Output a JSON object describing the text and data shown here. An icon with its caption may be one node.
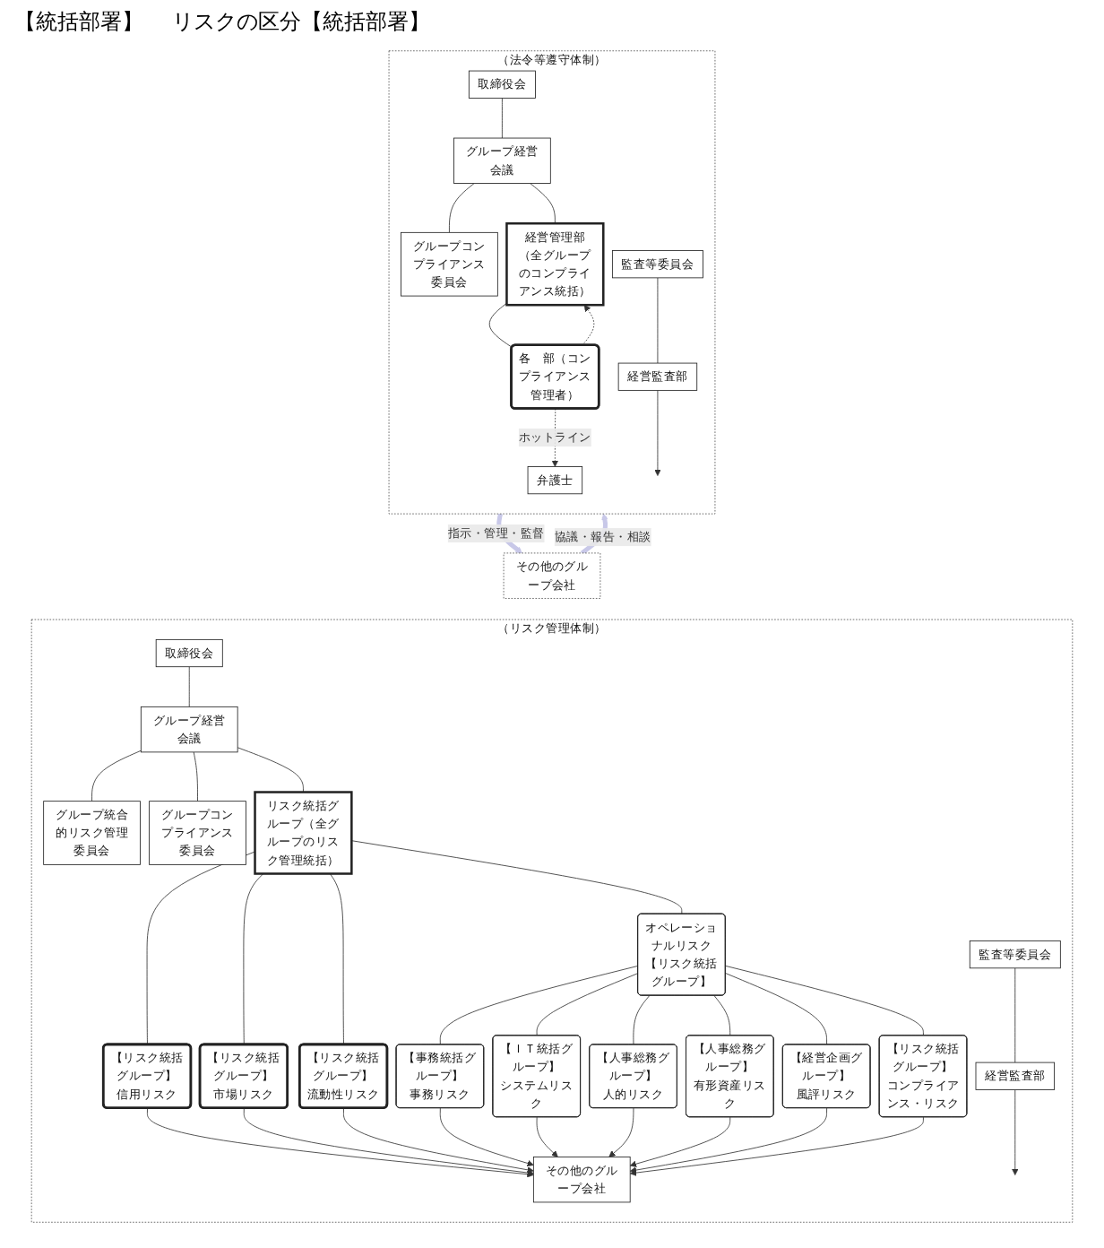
{
  "diagram": {
    "nodes": [
      {
        "text": [
          "（法令等遵守体制）"
        ]
      },
      {
        "text": [
          "取締役会"
        ],
        "in": 0
      },
      {
        "text": [
          "監査等委員会"
        ],
        "in": 0
      },
      {
        "text": [
          "グループ経営会議"
        ],
        "in": 0
      },
      {
        "text": [
          "グループコンプライアンス委員会"
        ],
        "in": 0
      },
      {
        "text": [
          "弁護士"
        ],
        "in": 0
      },
      {
        "text": [
          "経営管理部（全グループのコンプライアンス統括）"
        ],
        "in": 0
      },
      {
        "text": [
          "各　部（コンプライアンス管理者）"
        ],
        "in": 0
      },
      {
        "text": [
          "経営監査部"
        ],
        "in": 0
      },
      {
        "text": [
          "その他のグループ会社"
        ]
      },
      {
        "text": [
          "（リスク管理体制）"
        ]
      },
      {
        "text": [
          "取締役会"
        ],
        "in": 10
      },
      {
        "text": [
          "監査等委員会"
        ],
        "in": 10
      },
      {
        "text": [
          "グループ経営会議"
        ],
        "in": 10
      },
      {
        "text": [
          "グループ統合的リスク管理委員会"
        ],
        "in": 10
      },
      {
        "text": [
          "グループコンプライアンス委員会"
        ],
        "in": 10
      },
      {
        "text": [
          "リスク統括グループ（全グループのリスク管理統括）"
        ],
        "in": 10
      },
      {
        "text": [
          "オペレーショナルリスク",
          "【リスク統括グループ】"
        ],
        "in": 10
      },
      {
        "text": [
          "【リスク統括グループ】",
          "信用リスク"
        ],
        "in": 10
      },
      {
        "text": [
          "【リスク統括グループ】",
          "市場リスク"
        ],
        "in": 10
      },
      {
        "text": [
          "【リスク統括グループ】",
          "流動性リスク"
        ],
        "in": 10
      },
      {
        "text": [
          "【事務統括グループ】",
          "事務リスク"
        ],
        "in": 10
      },
      {
        "text": [
          "【ＩＴ統括グループ】",
          "システムリスク"
        ],
        "in": 10
      },
      {
        "text": [
          "【人事総務グループ】",
          "人的リスク"
        ],
        "in": 10
      },
      {
        "text": [
          "【人事総務グループ】",
          "有形資産リスク"
        ],
        "in": 10
      },
      {
        "text": [
          "【経営企画グループ】",
          "風評リスク"
        ],
        "in": 10
      },
      {
        "text": [
          "【リスク統括グループ】",
          "コンプライアンス・リスク"
        ],
        "in": 10
      },
      {
        "text": [
          "その他のグループ会社"
        ],
        "in": 10
      },
      {
        "text": [
          "経営監査部"
        ],
        "in": 10
      }
    ],
    "edges": [
      {
        "from": 1,
        "to": 3,
        "arrow": "none"
      },
      {
        "from": 3,
        "to": 4,
        "arrow": "none"
      },
      {
        "from": 3,
        "to": 6,
        "arrow": "none"
      },
      {
        "from": 6,
        "to": 7,
        "arrow": "none"
      },
      {
        "from": 7,
        "to": 5,
        "arrow": "to",
        "style": "dashed",
        "label": "ホットライン"
      },
      {
        "from": 7,
        "to": 6,
        "arrow": "to",
        "style": "dashed"
      },
      {
        "from": 2,
        "to": 8,
        "arrow": "none"
      },
      {
        "from": 8,
        "to": null,
        "arrow": "to"
      },
      {
        "from": 0,
        "to": 9,
        "arrow": "to",
        "label": "指示・管理・監督",
        "style": "thick",
        "color": "#c8c8e8"
      },
      {
        "from": 9,
        "to": 0,
        "arrow": "to",
        "label": "協議・報告・相談",
        "style": "thick",
        "color": "#c8c8e8"
      },
      {
        "from": 11,
        "to": 13,
        "arrow": "none"
      },
      {
        "from": 13,
        "to": 14,
        "arrow": "none"
      },
      {
        "from": 13,
        "to": 15,
        "arrow": "none"
      },
      {
        "from": 13,
        "to": 16,
        "arrow": "none"
      },
      {
        "from": 16,
        "to": 18,
        "arrow": "none"
      },
      {
        "from": 16,
        "to": 19,
        "arrow": "none"
      },
      {
        "from": 16,
        "to": 20,
        "arrow": "none"
      },
      {
        "from": 16,
        "to": 17,
        "arrow": "none"
      },
      {
        "from": 17,
        "to": 21,
        "arrow": "none"
      },
      {
        "from": 17,
        "to": 22,
        "arrow": "none"
      },
      {
        "from": 17,
        "to": 23,
        "arrow": "none"
      },
      {
        "from": 17,
        "to": 24,
        "arrow": "none"
      },
      {
        "from": 17,
        "to": 25,
        "arrow": "none"
      },
      {
        "from": 17,
        "to": 26,
        "arrow": "none"
      },
      {
        "from": 18,
        "to": 27,
        "arrow": "to"
      },
      {
        "from": 19,
        "to": 27,
        "arrow": "to"
      },
      {
        "from": 20,
        "to": 27,
        "arrow": "to"
      },
      {
        "from": 21,
        "to": 27,
        "arrow": "to"
      },
      {
        "from": 22,
        "to": 27,
        "arrow": "to"
      },
      {
        "from": 23,
        "to": 27,
        "arrow": "to"
      },
      {
        "from": 24,
        "to": 27,
        "arrow": "to"
      },
      {
        "from": 25,
        "to": 27,
        "arrow": "to"
      },
      {
        "from": 26,
        "to": 27,
        "arrow": "to"
      },
      {
        "from": 12,
        "to": 28,
        "arrow": "none"
      },
      {
        "from": 28,
        "to": null,
        "arrow": "to"
      }
    ],
    "labels": [
      "【統括部署】",
      "リスクの区分【統括部署】"
    ]
  }
}
